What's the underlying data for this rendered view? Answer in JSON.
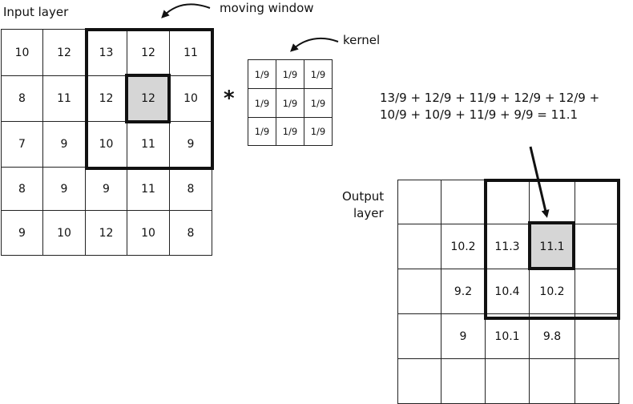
{
  "input": {
    "label": "Input layer",
    "grid": [
      [
        "10",
        "12",
        "13",
        "12",
        "11"
      ],
      [
        "8",
        "11",
        "12",
        "12",
        "10"
      ],
      [
        "7",
        "9",
        "10",
        "11",
        "9"
      ],
      [
        "8",
        "9",
        "9",
        "11",
        "8"
      ],
      [
        "9",
        "10",
        "12",
        "10",
        "8"
      ]
    ]
  },
  "moving_window_label": "moving window",
  "kernel": {
    "label": "kernel",
    "grid": [
      [
        "1/9",
        "1/9",
        "1/9"
      ],
      [
        "1/9",
        "1/9",
        "1/9"
      ],
      [
        "1/9",
        "1/9",
        "1/9"
      ]
    ]
  },
  "operator": "*",
  "formula": {
    "line1": "13/9 + 12/9 + 11/9 + 12/9 + 12/9 +",
    "line2": "10/9 + 10/9 + 11/9 + 9/9 = 11.1"
  },
  "output": {
    "label_line1": "Output",
    "label_line2": "layer",
    "grid": [
      [
        "",
        "",
        "",
        "",
        ""
      ],
      [
        "",
        "10.2",
        "11.3",
        "11.1",
        ""
      ],
      [
        "",
        "9.2",
        "10.4",
        "10.2",
        ""
      ],
      [
        "",
        "9",
        "10.1",
        "9.8",
        ""
      ],
      [
        "",
        "",
        "",
        "",
        ""
      ]
    ]
  }
}
